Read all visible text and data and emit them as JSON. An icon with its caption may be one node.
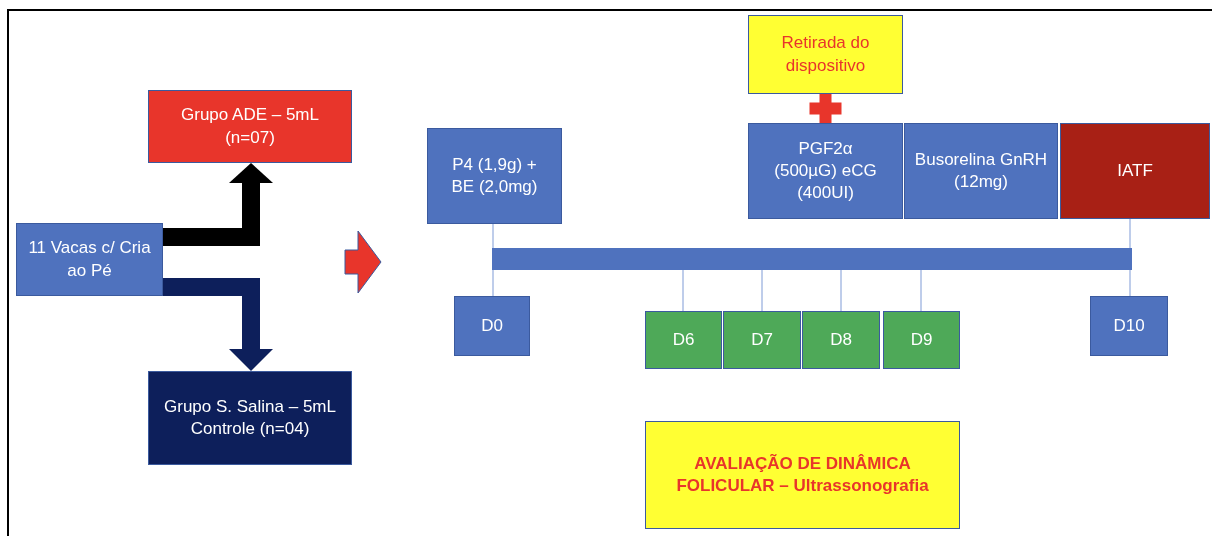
{
  "diagram": {
    "nodes": [
      {
        "text": [
          "11 Vacas c/ Cria ao Pé"
        ]
      },
      {
        "text": [
          "Grupo ADE – 5mL (n=07)"
        ]
      },
      {
        "text": [
          "Grupo S. Salina – 5mL Controle (n=04)"
        ]
      },
      {
        "text": [
          "P4 (1,9g) + BE (2,0mg)"
        ]
      },
      {
        "text": [
          "Retirada do dispositivo"
        ]
      },
      {
        "text": [
          "PGF2α (500µG) eCG (400UI)"
        ]
      },
      {
        "text": [
          "Busorelina GnRH (12mg)"
        ]
      },
      {
        "text": [
          "IATF"
        ]
      },
      {
        "text": [],
        "shape": "bar"
      },
      {
        "text": [
          "D0"
        ]
      },
      {
        "text": [
          "D6"
        ]
      },
      {
        "text": [
          "D7"
        ]
      },
      {
        "text": [
          "D8"
        ]
      },
      {
        "text": [
          "D9"
        ]
      },
      {
        "text": [
          "D10"
        ]
      },
      {
        "text": [
          "AVALIAÇÃO DE DINÂMICA FOLICULAR – Ultrassonografia"
        ]
      }
    ],
    "edges": [
      {
        "from": 0,
        "to": 1,
        "arrow": "to",
        "style": "thick",
        "color": "#000000"
      },
      {
        "from": 0,
        "to": 2,
        "arrow": "to",
        "style": "thick",
        "color": "#0d1f5b"
      },
      {
        "from": 4,
        "to": 5,
        "arrow": "none",
        "style": "thick",
        "color": "#e8352b"
      },
      {
        "from": 3,
        "to": 8,
        "arrow": "none"
      },
      {
        "from": 7,
        "to": 8,
        "arrow": "none"
      },
      {
        "from": 8,
        "to": 9,
        "arrow": "none"
      },
      {
        "from": 8,
        "to": 10,
        "arrow": "none"
      },
      {
        "from": 8,
        "to": 11,
        "arrow": "none"
      },
      {
        "from": 8,
        "to": 12,
        "arrow": "none"
      },
      {
        "from": 8,
        "to": 13,
        "arrow": "none"
      },
      {
        "from": 8,
        "to": 14,
        "arrow": "none"
      }
    ]
  }
}
